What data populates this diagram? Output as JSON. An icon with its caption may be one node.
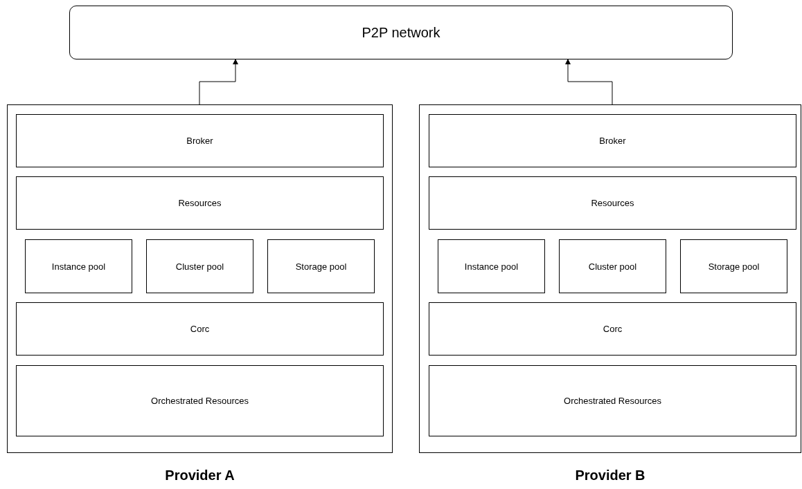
{
  "diagram": {
    "nodes": [
      {
        "text": [
          "P2P network"
        ]
      },
      {
        "text": [
          "Provider A"
        ]
      },
      {
        "text": [
          "Broker"
        ],
        "in": 1
      },
      {
        "text": [
          "Resources"
        ],
        "in": 1
      },
      {
        "text": [
          "Instance pool"
        ],
        "in": 1
      },
      {
        "text": [
          "Cluster pool"
        ],
        "in": 1
      },
      {
        "text": [
          "Storage pool"
        ],
        "in": 1
      },
      {
        "text": [
          "Corc"
        ],
        "in": 1
      },
      {
        "text": [
          "Orchestrated Resources"
        ],
        "in": 1
      },
      {
        "text": [
          "Provider B"
        ]
      },
      {
        "text": [
          "Broker"
        ],
        "in": 9
      },
      {
        "text": [
          "Resources"
        ],
        "in": 9
      },
      {
        "text": [
          "Instance pool"
        ],
        "in": 9
      },
      {
        "text": [
          "Cluster pool"
        ],
        "in": 9
      },
      {
        "text": [
          "Storage pool"
        ],
        "in": 9
      },
      {
        "text": [
          "Corc"
        ],
        "in": 9
      },
      {
        "text": [
          "Orchestrated Resources"
        ],
        "in": 9
      }
    ],
    "edges": [
      {
        "from": 1,
        "to": 0,
        "arrow": "to"
      },
      {
        "from": 9,
        "to": 0,
        "arrow": "to"
      }
    ]
  }
}
